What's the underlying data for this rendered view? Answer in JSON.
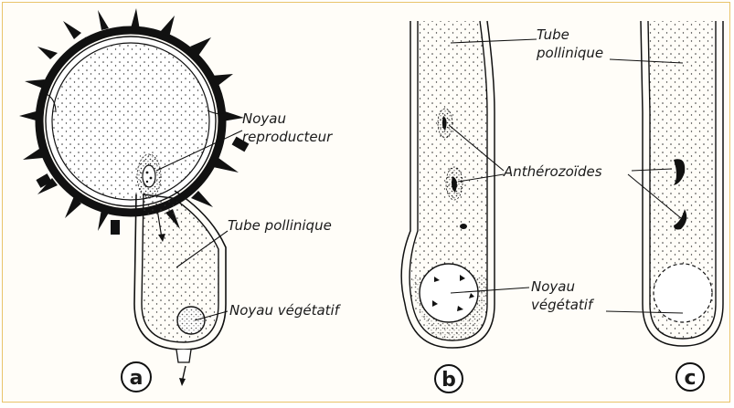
{
  "figure": {
    "panels": [
      {
        "id": "a",
        "letter": "a"
      },
      {
        "id": "b",
        "letter": "b"
      },
      {
        "id": "c",
        "letter": "c"
      }
    ],
    "labels": {
      "a_noyau_reproducteur_1": "Noyau",
      "a_noyau_reproducteur_2": "reproducteur",
      "a_tube_pollinique": "Tube pollinique",
      "a_noyau_vegetatif": "Noyau végétatif",
      "bc_tube_1": "Tube",
      "bc_tube_2": "pollinique",
      "bc_antherozoides": "Anthérozoïdes",
      "bc_noyau_1": "Noyau",
      "bc_noyau_2": "végétatif"
    },
    "colors": {
      "ink": "#111111",
      "frame_border": "#e9c46a",
      "background": "#fffdf8"
    }
  }
}
